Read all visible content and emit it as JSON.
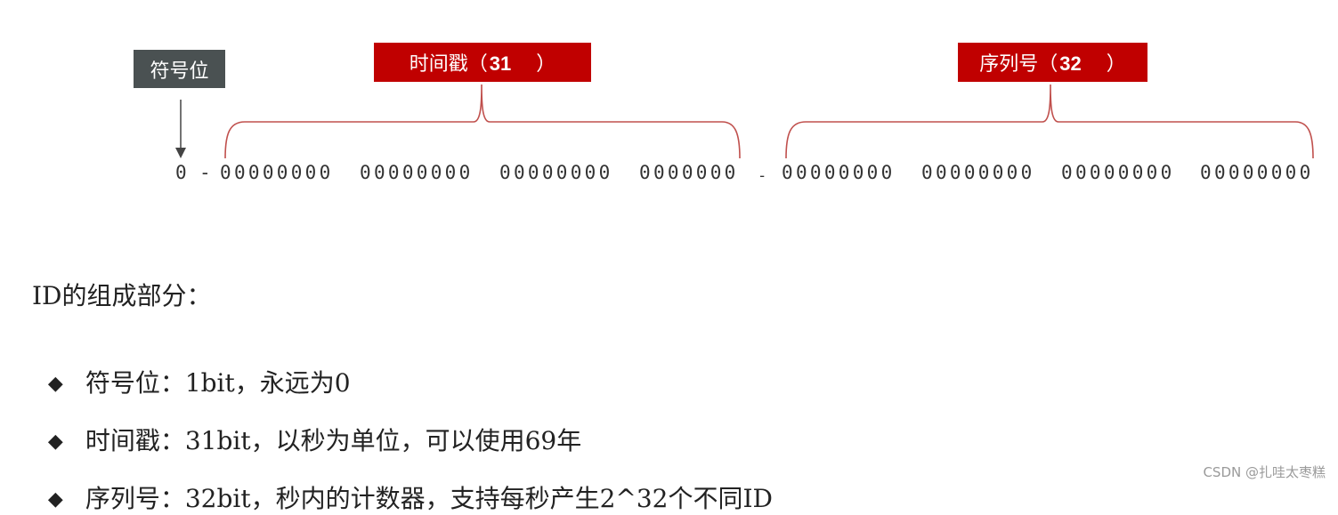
{
  "diagram": {
    "sign_label": "符号位",
    "timestamp_label": "时间戳（",
    "timestamp_bits": "31",
    "timestamp_close": "）",
    "sequence_label": "序列号（",
    "sequence_bits": "32",
    "sequence_close": "）",
    "sign_bit": "0",
    "separator": "-",
    "timestamp_groups": [
      "00000000",
      "00000000",
      "00000000",
      "0000000"
    ],
    "sequence_groups": [
      "00000000",
      "00000000",
      "00000000",
      "00000000"
    ],
    "colors": {
      "accent": "#c00000",
      "sign_box": "#4a5152",
      "bracket": "#c0504d"
    }
  },
  "description": {
    "heading": "ID的组成部分：",
    "bullet_symbol": "◆",
    "items": [
      "符号位：1bit，永远为0",
      "时间戳：31bit，以秒为单位，可以使用69年",
      "序列号：32bit，秒内的计数器，支持每秒产生2^32个不同ID"
    ]
  },
  "watermark": "CSDN @扎哇太枣糕"
}
